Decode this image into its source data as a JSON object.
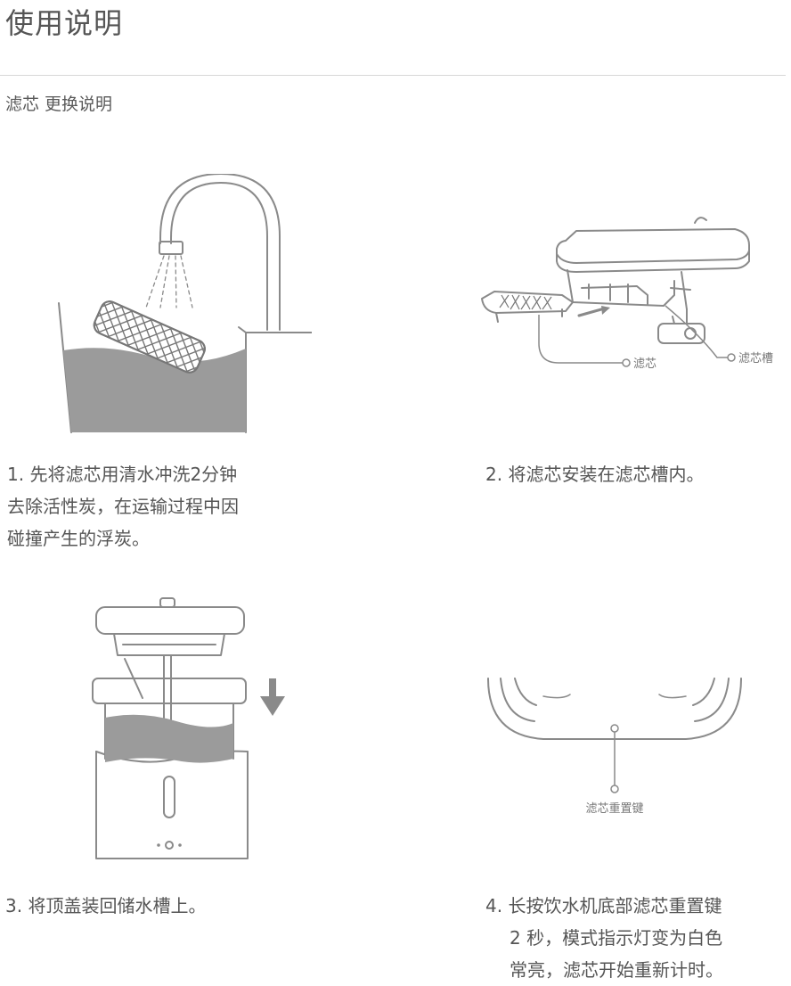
{
  "header": {
    "title": "使用说明",
    "subtitle": "滤芯 更换说明"
  },
  "steps": [
    {
      "lines": [
        "1. 先将滤芯用清水冲洗2分钟",
        "去除活性炭，在运输过程中因",
        "碰撞产生的浮炭。"
      ]
    },
    {
      "lines": [
        "2. 将滤芯安装在滤芯槽内。"
      ]
    },
    {
      "lines": [
        "3. 将顶盖装回储水槽上。"
      ]
    },
    {
      "lines": [
        "4. 长按饮水机底部滤芯重置键",
        "2 秒，模式指示灯变为白色",
        "常亮，滤芯开始重新计时。"
      ]
    }
  ],
  "callouts": {
    "filter": "滤芯",
    "filter_slot": "滤芯槽",
    "reset_key": "滤芯重置键"
  },
  "colors": {
    "line": "#888888",
    "water": "#9b9b9b",
    "text": "#555555",
    "rule": "#d8d8d8"
  }
}
